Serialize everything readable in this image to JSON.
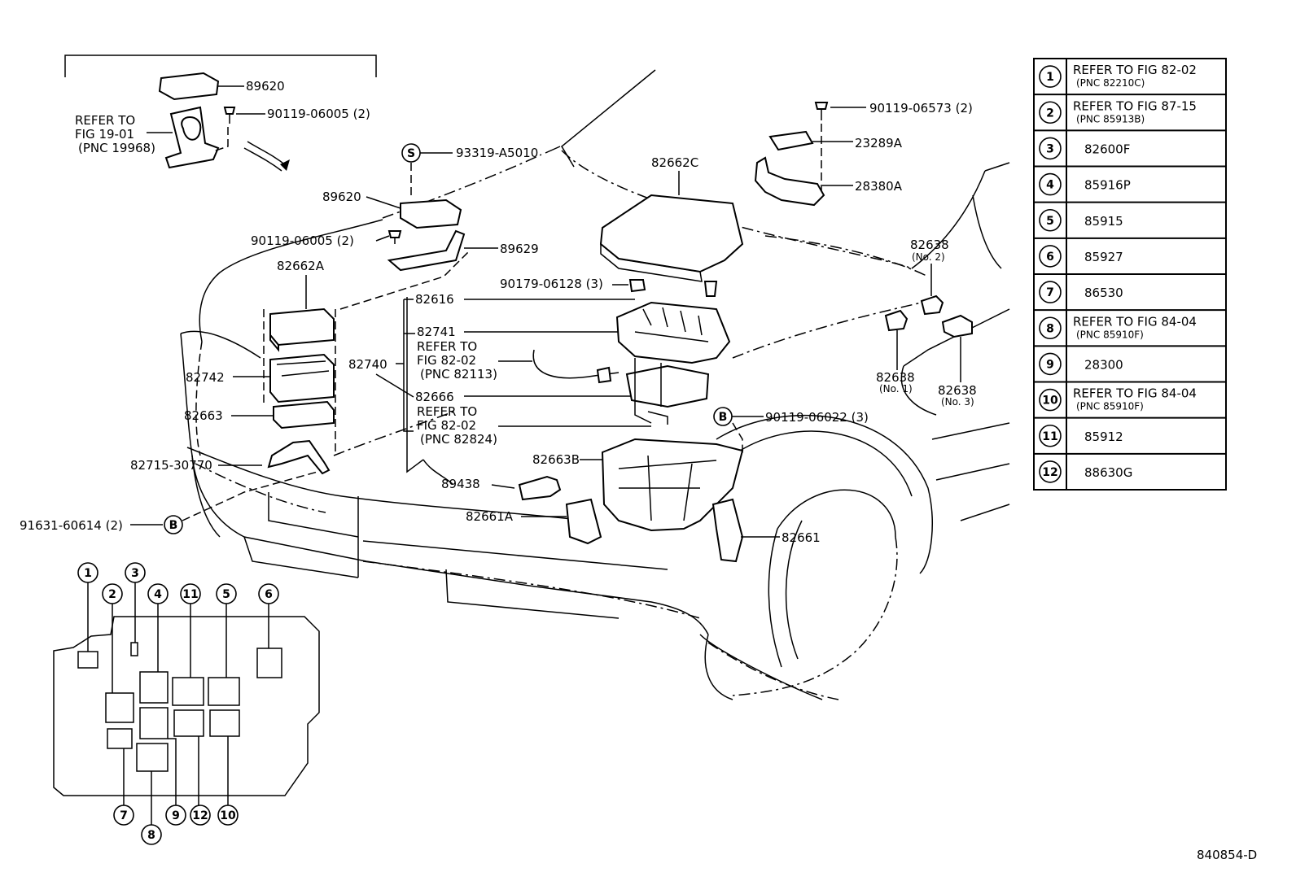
{
  "diagram_id": "840854-D",
  "part_labels": {
    "inset_module": "89620",
    "inset_bolt": "90119-06005 (2)",
    "inset_ref_l1": "REFER TO",
    "inset_ref_l2": "FIG 19-01",
    "inset_ref_l3": "(PNC 19968)",
    "screw_s": "93319-A5010",
    "s_marker": "S",
    "module": "89620",
    "bolt_left": "90119-06005 (2)",
    "bracket": "89629",
    "relay_cover": "82662A",
    "cover_main": "82662C",
    "nut": "90179-06128 (3)",
    "bolt_top_right": "90119-06573 (2)",
    "part_23289": "23289A",
    "part_28380": "28380A",
    "relay_no2": "82638",
    "relay_no2_tag": "(No. 2)",
    "relay_no1": "82638",
    "relay_no1_tag": "(No. 1)",
    "relay_no3": "82638",
    "relay_no3_tag": "(No. 3)",
    "p82616": "82616",
    "p82741": "82741",
    "p82740": "82740",
    "ref2_l1": "REFER TO",
    "ref2_l2": "FIG 82-02",
    "ref2_l3": "(PNC 82113)",
    "p82666": "82666",
    "ref3_l1": "REFER TO",
    "ref3_l2": "FIG 82-02",
    "ref3_l3": "(PNC 82824)",
    "p82742": "82742",
    "p82663": "82663",
    "p82715": "82715-30770",
    "p91631": "91631-60614 (2)",
    "b_marker": "B",
    "p89438": "89438",
    "p82663b": "82663B",
    "p82661a": "82661A",
    "p82661": "82661",
    "p90119_06022": "90119-06022 (3)"
  },
  "legend_table": [
    {
      "num": "1",
      "line1": "REFER TO FIG 82-02",
      "line2": "(PNC 82210C)"
    },
    {
      "num": "2",
      "line1": "REFER TO FIG 87-15",
      "line2": "(PNC 85913B)"
    },
    {
      "num": "3",
      "line1": "82600F",
      "line2": ""
    },
    {
      "num": "4",
      "line1": "85916P",
      "line2": ""
    },
    {
      "num": "5",
      "line1": "85915",
      "line2": ""
    },
    {
      "num": "6",
      "line1": "85927",
      "line2": ""
    },
    {
      "num": "7",
      "line1": "86530",
      "line2": ""
    },
    {
      "num": "8",
      "line1": "REFER TO FIG 84-04",
      "line2": "(PNC 85910F)"
    },
    {
      "num": "9",
      "line1": "28300",
      "line2": ""
    },
    {
      "num": "10",
      "line1": "REFER TO FIG 84-04",
      "line2": "(PNC 85910F)"
    },
    {
      "num": "11",
      "line1": "85912",
      "line2": ""
    },
    {
      "num": "12",
      "line1": "88630G",
      "line2": ""
    }
  ],
  "layout_numbers": [
    "1",
    "2",
    "3",
    "4",
    "11",
    "5",
    "6",
    "7",
    "8",
    "9",
    "12",
    "10"
  ]
}
